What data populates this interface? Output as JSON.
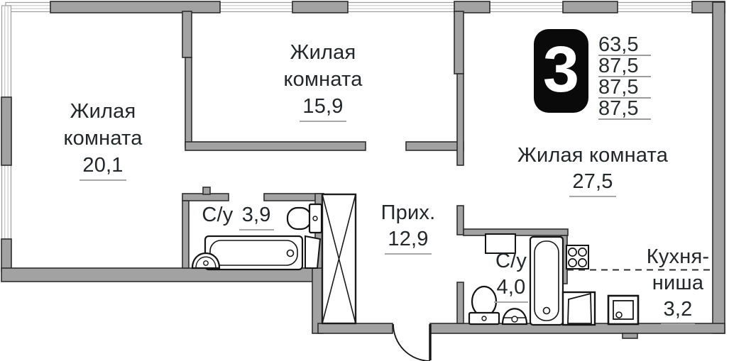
{
  "plan": {
    "badge": {
      "number": "3",
      "areas": [
        "63,5",
        "87,5",
        "87,5",
        "87,5"
      ]
    },
    "rooms": [
      {
        "name": "living-room-1",
        "line1": "Жилая",
        "line2": "комната",
        "area": "20,1"
      },
      {
        "name": "living-room-2",
        "line1": "Жилая",
        "line2": "комната",
        "area": "15,9"
      },
      {
        "name": "living-room-3",
        "line1": "Жилая комната",
        "area": "27,5"
      },
      {
        "name": "bathroom-1",
        "line1": "С/у",
        "area": "3,9"
      },
      {
        "name": "hallway",
        "line1": "Прих.",
        "area": "12,9"
      },
      {
        "name": "bathroom-2",
        "line1": "С/у",
        "area": "4,0"
      },
      {
        "name": "kitchen-niche",
        "line1": "Кухня-",
        "line2": "ниша",
        "area": "3,2"
      }
    ],
    "fixtures": [
      "bathtub",
      "toilet",
      "sink",
      "washing-machine",
      "stove",
      "kitchen-sink",
      "wardrobe",
      "entrance-door"
    ],
    "colors": {
      "wall": "#a2a2a2",
      "wall_outline": "#2d2d2d",
      "text": "#24272a",
      "underline": "#a8a8a8",
      "badge_bg": "#0a0a0a",
      "fixture_stroke": "#141414"
    }
  }
}
